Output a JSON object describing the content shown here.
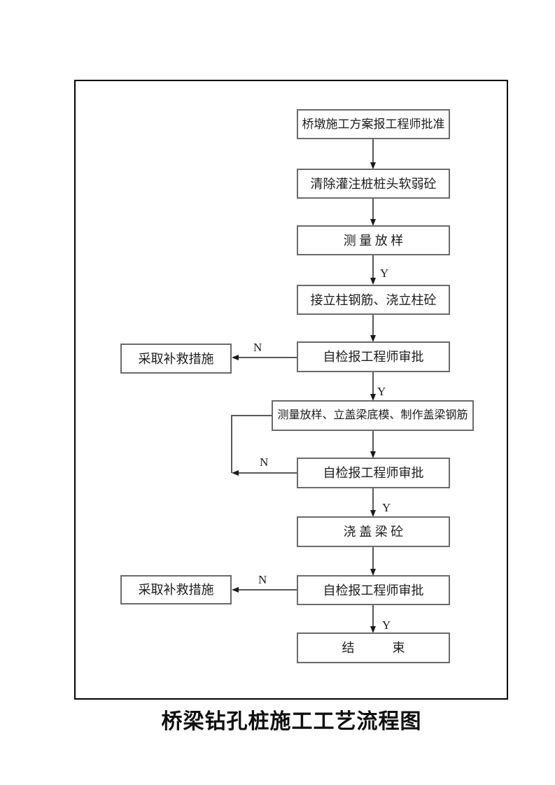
{
  "page": {
    "title": "桥梁钻孔桩施工工艺流程图"
  },
  "decision_labels": {
    "yes": "Y",
    "no": "N"
  },
  "steps": {
    "approve_plan": "桥墩施工方案报工程师批准",
    "clear_pile_head": "清除灌注桩桩头软弱砼",
    "survey_layout": "测 量 放 样",
    "erect_column": "接立柱钢筋、浇立柱砼",
    "self_check_1": "自检报工程师审批",
    "remedial_1": "采取补救措施",
    "cap_beam_prep": "测量放样、立盖梁底模、制作盖梁钢筋",
    "self_check_2": "自检报工程师审批",
    "pour_cap_beam": "浇 盖 梁 砼",
    "self_check_3": "自检报工程师审批",
    "remedial_2": "采取补救措施",
    "end": "结　　　束"
  }
}
